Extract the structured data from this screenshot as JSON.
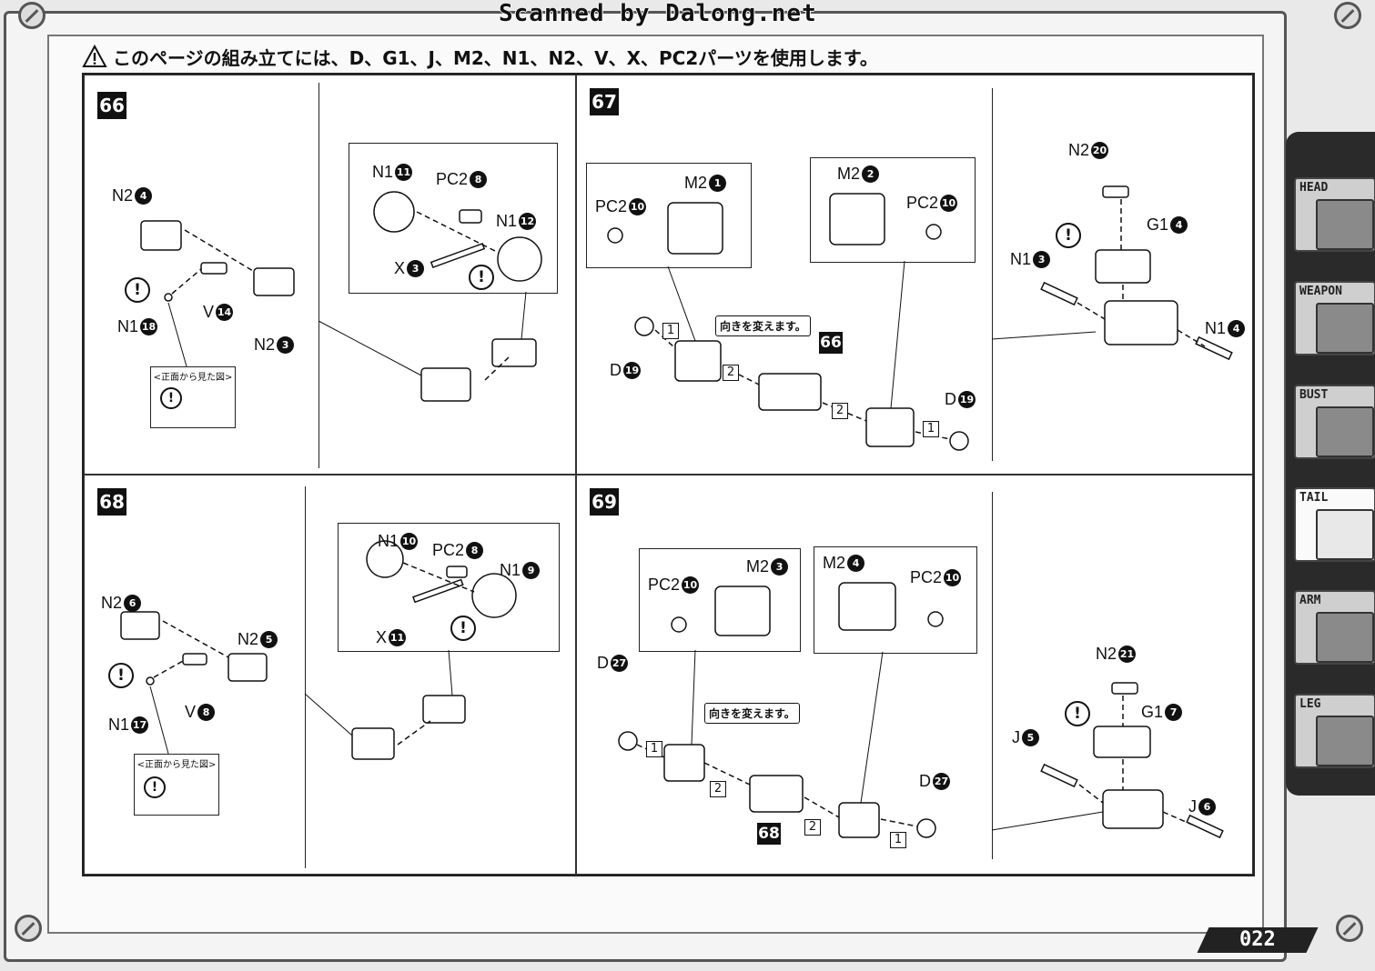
{
  "scan_credit": "Scanned by Dalong.net",
  "notice": "このページの組み立てには、D、G1、J、M2、N1、N2、V、X、PC2パーツを使用します。",
  "steps": {
    "s66": {
      "number": "66",
      "labels": {
        "n2a": {
          "part": "N2",
          "num": "4"
        },
        "n1a": {
          "part": "N1",
          "num": "18"
        },
        "v": {
          "part": "V",
          "num": "14"
        },
        "n2b": {
          "part": "N2",
          "num": "3"
        },
        "n1b": {
          "part": "N1",
          "num": "11"
        },
        "pc2": {
          "part": "PC2",
          "num": "8"
        },
        "n1c": {
          "part": "N1",
          "num": "12"
        },
        "x": {
          "part": "X",
          "num": "3"
        }
      },
      "front_view": "<正面から見た図>"
    },
    "s67": {
      "number": "67",
      "labels": {
        "m2a": {
          "part": "M2",
          "num": "1"
        },
        "pc2a": {
          "part": "PC2",
          "num": "10"
        },
        "m2b": {
          "part": "M2",
          "num": "2"
        },
        "pc2b": {
          "part": "PC2",
          "num": "10"
        },
        "da": {
          "part": "D",
          "num": "19"
        },
        "db": {
          "part": "D",
          "num": "19"
        },
        "n2": {
          "part": "N2",
          "num": "20"
        },
        "g1": {
          "part": "G1",
          "num": "4"
        },
        "n1a": {
          "part": "N1",
          "num": "3"
        },
        "n1b": {
          "part": "N1",
          "num": "4"
        }
      },
      "callout": "向きを変えます。",
      "ref": "66",
      "seq1": "1",
      "seq2": "2"
    },
    "s68": {
      "number": "68",
      "labels": {
        "n2a": {
          "part": "N2",
          "num": "6"
        },
        "n2b": {
          "part": "N2",
          "num": "5"
        },
        "v": {
          "part": "V",
          "num": "8"
        },
        "n1a": {
          "part": "N1",
          "num": "17"
        },
        "n1b": {
          "part": "N1",
          "num": "10"
        },
        "pc2": {
          "part": "PC2",
          "num": "8"
        },
        "n1c": {
          "part": "N1",
          "num": "9"
        },
        "x": {
          "part": "X",
          "num": "11"
        }
      },
      "front_view": "<正面から見た図>"
    },
    "s69": {
      "number": "69",
      "labels": {
        "pc2a": {
          "part": "PC2",
          "num": "10"
        },
        "m2a": {
          "part": "M2",
          "num": "3"
        },
        "m2b": {
          "part": "M2",
          "num": "4"
        },
        "pc2b": {
          "part": "PC2",
          "num": "10"
        },
        "da": {
          "part": "D",
          "num": "27"
        },
        "db": {
          "part": "D",
          "num": "27"
        },
        "n2": {
          "part": "N2",
          "num": "21"
        },
        "g1": {
          "part": "G1",
          "num": "7"
        },
        "ja": {
          "part": "J",
          "num": "5"
        },
        "jb": {
          "part": "J",
          "num": "6"
        }
      },
      "callout": "向きを変えます。",
      "ref": "68",
      "seq1": "1",
      "seq2": "2"
    }
  },
  "side_tabs": [
    {
      "label": "HEAD",
      "icon": "dino-head-icon",
      "active": false
    },
    {
      "label": "WEAPON",
      "icon": "weapon-icon",
      "active": false
    },
    {
      "label": "BUST",
      "icon": "bust-icon",
      "active": false
    },
    {
      "label": "TAIL",
      "icon": "tail-icon",
      "active": true
    },
    {
      "label": "ARM",
      "icon": "arm-icon",
      "active": false
    },
    {
      "label": "LEG",
      "icon": "leg-icon",
      "active": false
    }
  ],
  "page_number": "022"
}
